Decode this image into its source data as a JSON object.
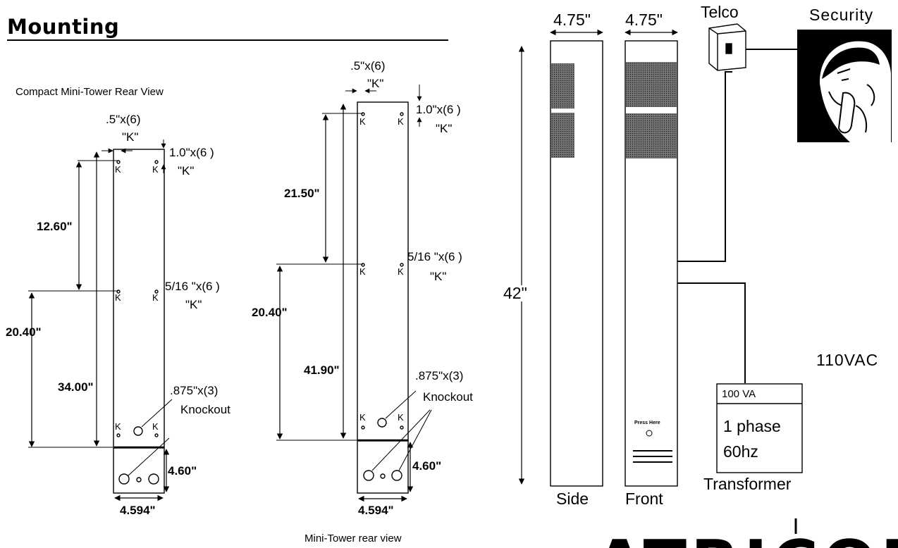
{
  "title": "Mounting",
  "compact": {
    "caption": "Compact Mini-Tower Rear View",
    "top_hole": ".5\"x(6)",
    "top_hole_k": "\"K\"",
    "top_edge": "1.0\"x(6 )",
    "top_edge_k": "\"K\"",
    "dim_upper": "12.60\"",
    "mid_hole": "5/16 \"x(6 )",
    "mid_hole_k": "\"K\"",
    "dim_left": "20.40\"",
    "dim_total": "34.00\"",
    "knockout_size": ".875\"x(3)",
    "knockout_label": "Knockout",
    "base_height": "4.60\"",
    "base_width": "4.594\"",
    "k": "K"
  },
  "mini": {
    "caption": "Mini-Tower rear view",
    "top_hole": ".5\"x(6)",
    "top_hole_k": "\"K\"",
    "top_edge": "1.0\"x(6 )",
    "top_edge_k": "\"K\"",
    "dim_upper": "21.50\"",
    "mid_hole": "5/16 \"x(6 )",
    "mid_hole_k": "\"K\"",
    "dim_left": "20.40\"",
    "dim_total": "41.90\"",
    "knockout_size": ".875\"x(3)",
    "knockout_label": "Knockout",
    "base_height": "4.60\"",
    "base_width": "4.594\"",
    "k": "K"
  },
  "tower": {
    "width_side": "4.75\"",
    "width_front": "4.75\"",
    "height": "42\"",
    "side_label": "Side",
    "front_label": "Front",
    "button_label": "Press Here"
  },
  "telco_label": "Telco",
  "security_label": "Security",
  "power_label": "110VAC",
  "transformer": {
    "rating": "100 VA",
    "phase": "1 phase",
    "freq": "60hz",
    "label": "Transformer"
  },
  "logo_text": "ATRICON"
}
